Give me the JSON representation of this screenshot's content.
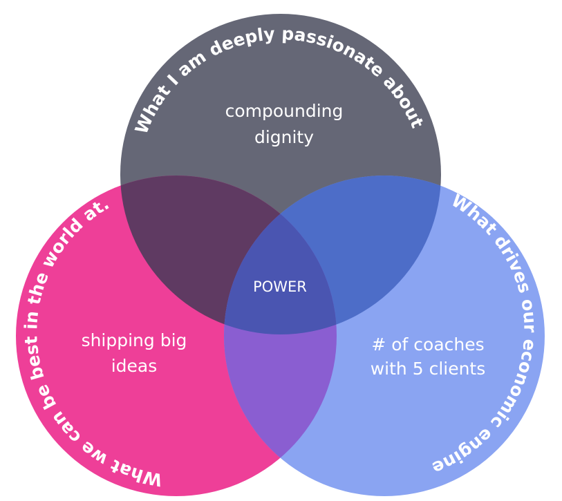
{
  "colors": {
    "top_circle": "#656776",
    "left_circle": "#ee3f98",
    "right_circle": "#8aa4f2",
    "top_left_overlap": "#5f3a62",
    "top_right_overlap": "#4d6dc8",
    "left_right_overlap": "#8a5ed1",
    "center_overlap": "#4a55b1",
    "text": "#ffffff"
  },
  "circles": {
    "top": {
      "label": "What I am deeply passionate about.",
      "content_line1": "compounding",
      "content_line2": "dignity"
    },
    "left": {
      "label": "What we can be best in the world at.",
      "content_line1": "shipping big",
      "content_line2": "ideas"
    },
    "right": {
      "label": "What drives our economic engine.",
      "content_line1": "# of coaches",
      "content_line2": "with 5 clients"
    }
  },
  "center": {
    "label": "POWER"
  }
}
